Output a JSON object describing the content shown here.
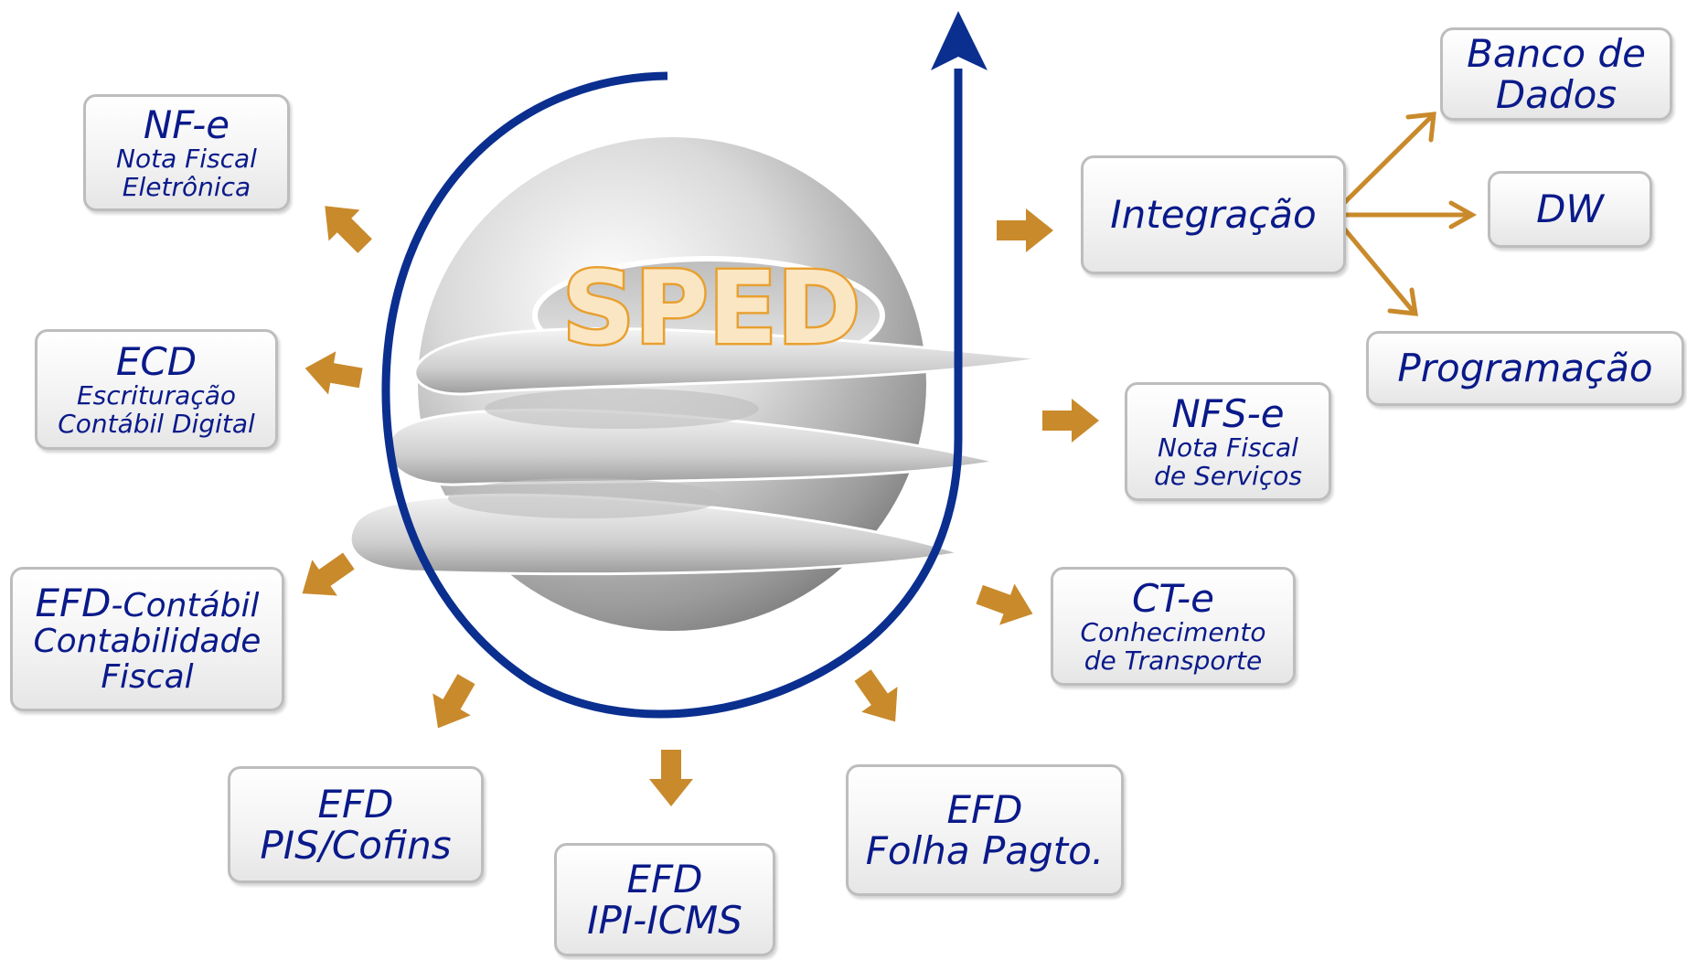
{
  "center": {
    "logo_text": "SPED"
  },
  "nodes": {
    "nfe": {
      "title": "NF-e",
      "line1": "Nota Fiscal",
      "line2": "Eletrônica"
    },
    "ecd": {
      "title": "ECD",
      "line1": "Escrituração",
      "line2": "Contábil Digital"
    },
    "efd_contabil": {
      "title_a": "EFD",
      "title_b": "-Contábil",
      "line1": "Contabilidade",
      "line2": "Fiscal"
    },
    "efd_pis": {
      "line1": "EFD",
      "line2": "PIS/Cofins"
    },
    "efd_ipi": {
      "line1": "EFD",
      "line2": "IPI-ICMS"
    },
    "efd_folha": {
      "line1": "EFD",
      "line2": "Folha Pagto."
    },
    "cte": {
      "title": "CT-e",
      "line1": "Conhecimento",
      "line2": "de Transporte"
    },
    "nfse": {
      "title": "NFS-e",
      "line1": "Nota Fiscal",
      "line2": "de Serviços"
    },
    "integracao": {
      "label": "Integração"
    },
    "banco": {
      "line1": "Banco de",
      "line2": "Dados"
    },
    "dw": {
      "label": "DW"
    },
    "programacao": {
      "label": "Programação"
    }
  },
  "colors": {
    "box_text": "#0a1a8a",
    "arrow_orange": "#c98a2c",
    "orbit_blue": "#0b2f8f",
    "logo_orange": "#e8a030"
  }
}
